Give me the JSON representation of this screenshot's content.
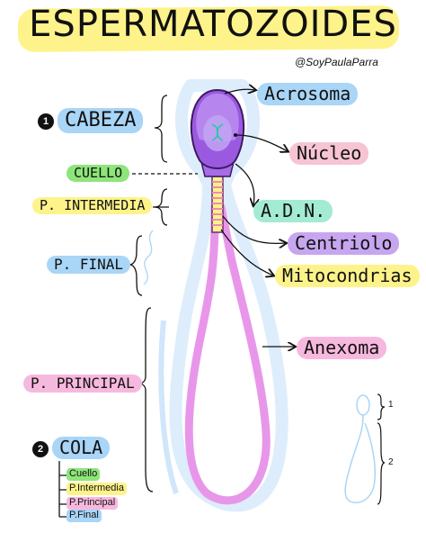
{
  "title": "ESPERMATOZOIDES",
  "credit": "@SoyPaulaParra",
  "left_labels": {
    "cabeza_num": "1",
    "cabeza": "CABEZA",
    "cuello": "CUELLO",
    "p_intermedia": "P. INTERMEDIA",
    "p_final": "P. FINAL",
    "p_principal": "P. PRINCIPAL",
    "cola_num": "2",
    "cola": "COLA"
  },
  "cola_parts": [
    "Cuello",
    "P.Intermedia",
    "P.Principal",
    "P.Final"
  ],
  "right_labels": {
    "acrosoma": "Acrosoma",
    "nucleo": "Núcleo",
    "adn": "A.D.N.",
    "centriolo": "Centriolo",
    "mitocondrias": "Mitocondrias",
    "anexoma": "Anexoma"
  },
  "mini_diagram": {
    "label_1": "1",
    "label_2": "2"
  },
  "colors": {
    "title_band": "#fdf38a",
    "cabeza": "#a9d5f7",
    "cuello": "#8ee57a",
    "p_intermedia": "#fdf38a",
    "p_final": "#a9d5f7",
    "p_principal": "#f7b8de",
    "cola": "#a9d5f7",
    "acrosoma": "#a9d5f7",
    "nucleo": "#f7c4d4",
    "adn": "#a3ebd3",
    "centriolo": "#c7a6f0",
    "mitocondrias": "#fdf38a",
    "anexoma": "#f7b8de",
    "sperm_head": "#9b59e0",
    "tail": "#e896ea"
  }
}
